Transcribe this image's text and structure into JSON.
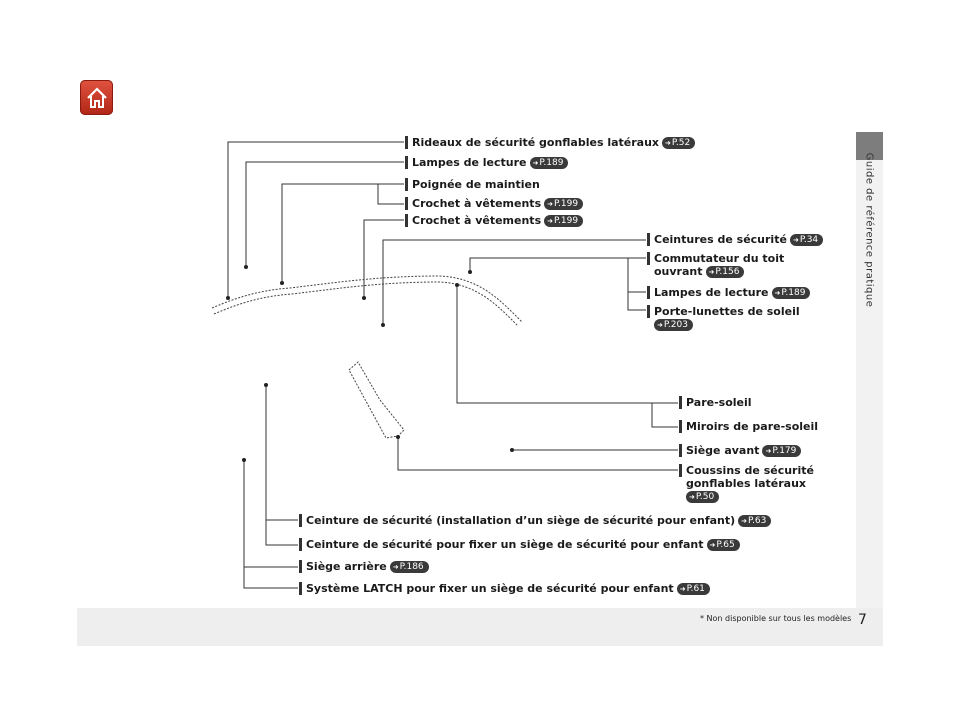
{
  "sidebar": {
    "section_title": "Guide de référence pratique"
  },
  "footer": {
    "page_number": "7",
    "footnote": "* Non disponible sur tous les modèles"
  },
  "home_button": {
    "icon": "home-icon"
  },
  "labels": {
    "rideaux": {
      "text": "Rideaux de sécurité gonflables latéraux",
      "ref": "P.52"
    },
    "lampes_lecture_1": {
      "text": "Lampes de lecture",
      "ref": "P.189"
    },
    "poignee": {
      "text": "Poignée de maintien",
      "ref": ""
    },
    "crochet_1": {
      "text": "Crochet à vêtements",
      "ref": "P.199"
    },
    "crochet_2": {
      "text": "Crochet à vêtements",
      "ref": "P.199"
    },
    "ceintures": {
      "text": "Ceintures de sécurité",
      "ref": "P.34"
    },
    "commutateur_l1": {
      "text": "Commutateur du toit",
      "ref": ""
    },
    "commutateur_l2": {
      "text": "ouvrant",
      "ref": "P.156"
    },
    "lampes_lecture_2": {
      "text": "Lampes de lecture",
      "ref": "P.189"
    },
    "porte_lunettes_l1": {
      "text": "Porte-lunettes de soleil",
      "ref": ""
    },
    "porte_lunettes_l2": {
      "text": "",
      "ref": "P.203"
    },
    "pare_soleil": {
      "text": "Pare-soleil",
      "ref": ""
    },
    "miroirs": {
      "text": "Miroirs de pare-soleil",
      "ref": ""
    },
    "siege_avant": {
      "text": "Siège avant",
      "ref": "P.179"
    },
    "coussins_l1": {
      "text": "Coussins de sécurité",
      "ref": ""
    },
    "coussins_l2": {
      "text": "gonflables latéraux",
      "ref": ""
    },
    "coussins_l3": {
      "text": "",
      "ref": "P.50"
    },
    "ceinture_install": {
      "text": "Ceinture de sécurité (installation d’un siège de sécurité pour enfant)",
      "ref": "P.63"
    },
    "ceinture_fixer": {
      "text": "Ceinture de sécurité pour fixer un siège de sécurité pour enfant",
      "ref": "P.65"
    },
    "siege_arriere": {
      "text": "Siège arrière",
      "ref": "P.186"
    },
    "latch": {
      "text": "Système LATCH pour fixer un siège de sécurité pour enfant",
      "ref": "P.61"
    }
  },
  "colors": {
    "line": "#333333",
    "home_red": "#c8321f",
    "ref_badge": "#3a3a3a"
  }
}
